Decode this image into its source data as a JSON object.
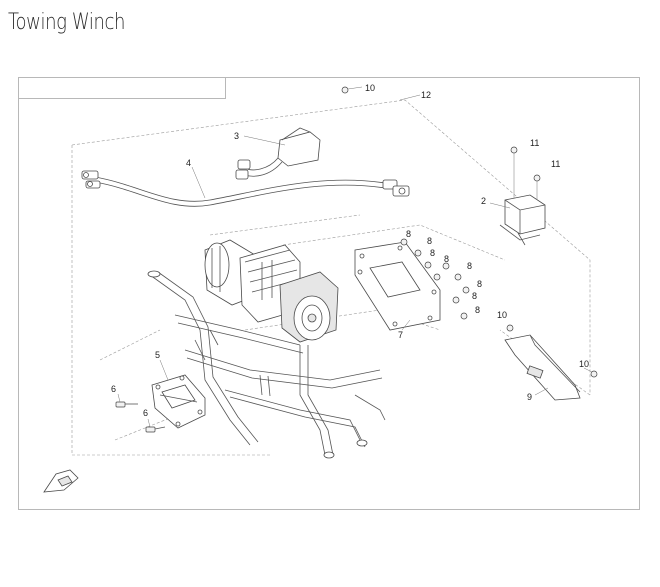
{
  "title": "Towing Winch",
  "callouts": {
    "c10a": "10",
    "c12": "12",
    "c3": "3",
    "c4": "4",
    "c11a": "11",
    "c11b": "11",
    "c2": "2",
    "c8a": "8",
    "c8b": "8",
    "c8c": "8",
    "c8d": "8",
    "c8e": "8",
    "c8f": "8",
    "c8g": "8",
    "c8h": "8",
    "c7": "7",
    "c10b": "10",
    "c10c": "10",
    "c9": "9",
    "c5": "5",
    "c6a": "6",
    "c6b": "6"
  }
}
